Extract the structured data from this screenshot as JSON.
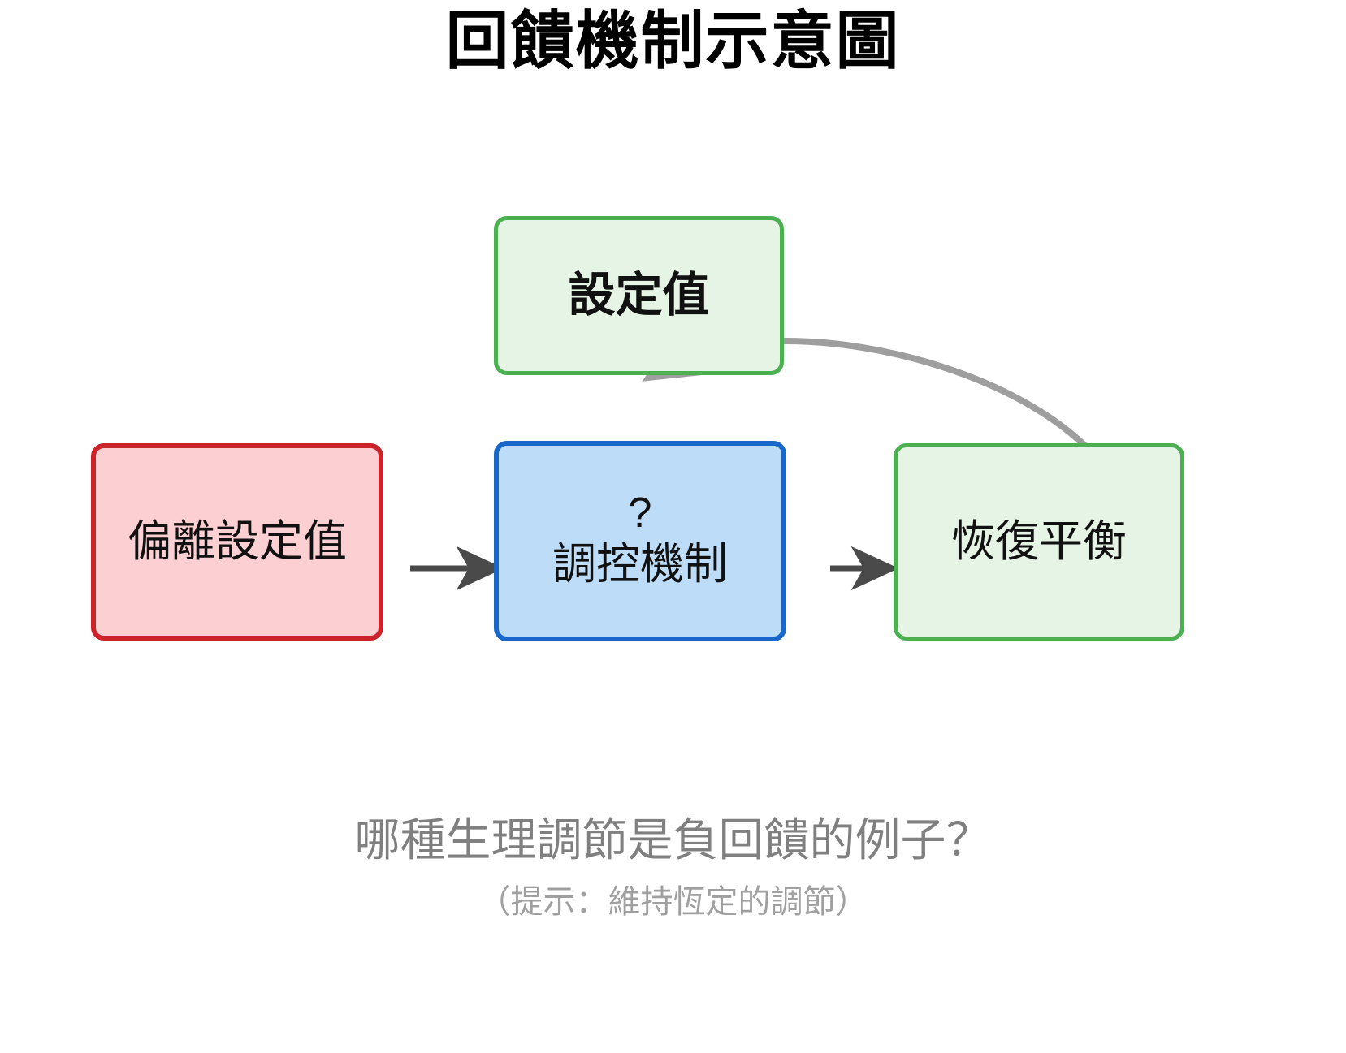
{
  "page": {
    "title": "回饋機制示意圖",
    "background_color": "#ffffff"
  },
  "diagram": {
    "type": "flowchart",
    "nodes": [
      {
        "id": "setpoint",
        "label": "設定值",
        "fill": "#e6f4e6",
        "border": "#4caf50",
        "text_color": "#111111"
      },
      {
        "id": "deviation",
        "label": "偏離設定值",
        "fill": "#fccfd3",
        "border": "#cc2229",
        "text_color": "#111111"
      },
      {
        "id": "mechanism",
        "mark": "?",
        "label": "調控機制",
        "fill": "#bcdcf7",
        "border": "#1967c8",
        "text_color": "#111111"
      },
      {
        "id": "balance",
        "label": "恢復平衡",
        "fill": "#e6f4e6",
        "border": "#4caf50",
        "text_color": "#111111"
      }
    ],
    "edges": [
      {
        "id": "deviation-to-mechanism",
        "from": "deviation",
        "to": "mechanism",
        "style": "straight",
        "color": "#4a4a4a"
      },
      {
        "id": "mechanism-to-balance",
        "from": "mechanism",
        "to": "balance",
        "style": "straight",
        "color": "#4a4a4a"
      },
      {
        "id": "balance-to-setpoint",
        "from": "balance",
        "to": "setpoint",
        "style": "curved-feedback",
        "color": "#9e9e9e"
      }
    ]
  },
  "footer": {
    "question": "哪種生理調節是負回饋的例子？",
    "hint": "（提示：維持恆定的調節）",
    "question_color": "#808080",
    "hint_color": "#a0a0a0"
  }
}
